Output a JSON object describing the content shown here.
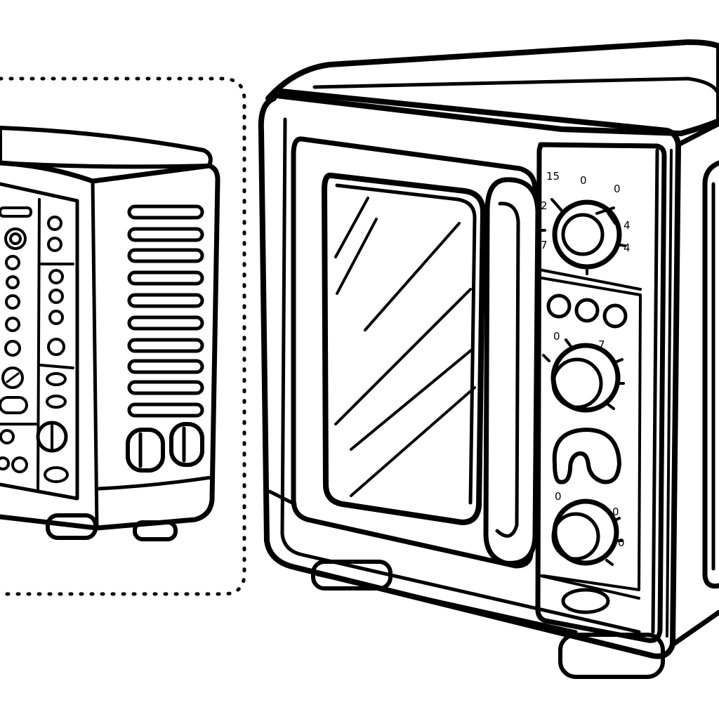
{
  "scene": {
    "colors": {
      "line": "#000000",
      "background": "#ffffff"
    }
  },
  "microwave": {
    "timer_dial": {
      "labels": [
        "15",
        "0",
        "0",
        "2",
        "4",
        "7",
        "4"
      ]
    },
    "middle_dial": {
      "labels": [
        "0",
        "7"
      ]
    },
    "bottom_dial": {
      "labels": [
        "0",
        "0",
        "0"
      ]
    }
  }
}
